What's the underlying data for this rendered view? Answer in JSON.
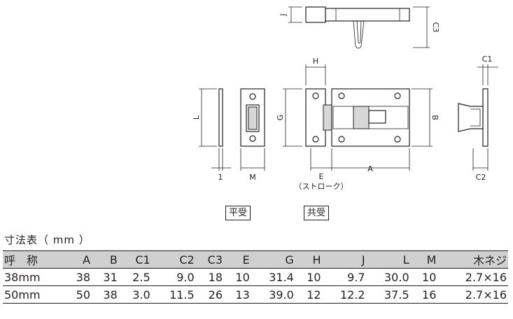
{
  "labels": {
    "plate_receiver": "平受",
    "shared_receiver": "共受",
    "stroke": "（ストローク）"
  },
  "dims": {
    "J": "J",
    "C3": "C3",
    "H": "H",
    "C1": "C1",
    "L": "L",
    "G": "G",
    "B": "B",
    "E": "E",
    "A": "A",
    "C2": "C2",
    "one": "1",
    "M": "M"
  },
  "table": {
    "title": "寸法表（ mm ）",
    "headers": [
      "呼　称",
      "A",
      "B",
      "C1",
      "C2",
      "C3",
      "E",
      "G",
      "H",
      "J",
      "L",
      "M",
      "木ネジ"
    ],
    "rows": [
      [
        "38mm",
        "38",
        "31",
        "2.5",
        "9.0",
        "18",
        "10",
        "31.4",
        "10",
        "9.7",
        "30.0",
        "10",
        "2.7×16"
      ],
      [
        "50mm",
        "50",
        "38",
        "3.0",
        "11.5",
        "26",
        "13",
        "39.0",
        "12",
        "12.2",
        "37.5",
        "16",
        "2.7×16"
      ]
    ]
  }
}
